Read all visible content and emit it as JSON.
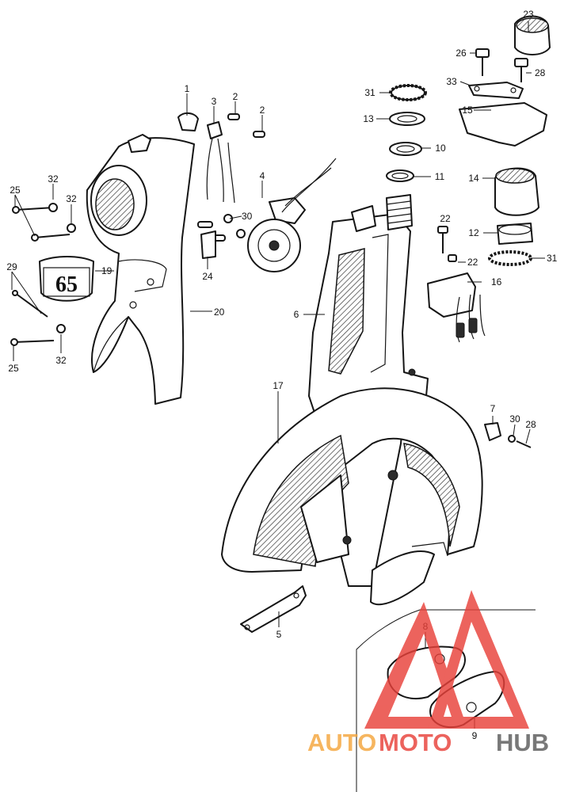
{
  "labels": {
    "p1": "1",
    "p2a": "2",
    "p2b": "2",
    "p3": "3",
    "p4": "4",
    "p5": "5",
    "p6": "6",
    "p7": "7",
    "p8": "8",
    "p9": "9",
    "p10": "10",
    "p11": "11",
    "p12": "12",
    "p13": "13",
    "p14": "14",
    "p15": "15",
    "p16": "16",
    "p17": "17",
    "p19": "19",
    "p20": "20",
    "p22a": "22",
    "p22b": "22",
    "p23": "23",
    "p24": "24",
    "p25a": "25",
    "p25b": "25",
    "p26": "26",
    "p28a": "28",
    "p28b": "28",
    "p29": "29",
    "p30a": "30",
    "p30b": "30",
    "p31a": "31",
    "p31b": "31",
    "p32a": "32",
    "p32b": "32",
    "p32c": "32",
    "p33": "33"
  },
  "emblem": {
    "text": "65"
  },
  "watermark": {
    "part1": "AUTO",
    "part2": "MOTO",
    "part3": "HUB",
    "colors": {
      "orange": "#f5a53c",
      "red": "#e8413a",
      "gray": "#5b5b5b"
    }
  }
}
